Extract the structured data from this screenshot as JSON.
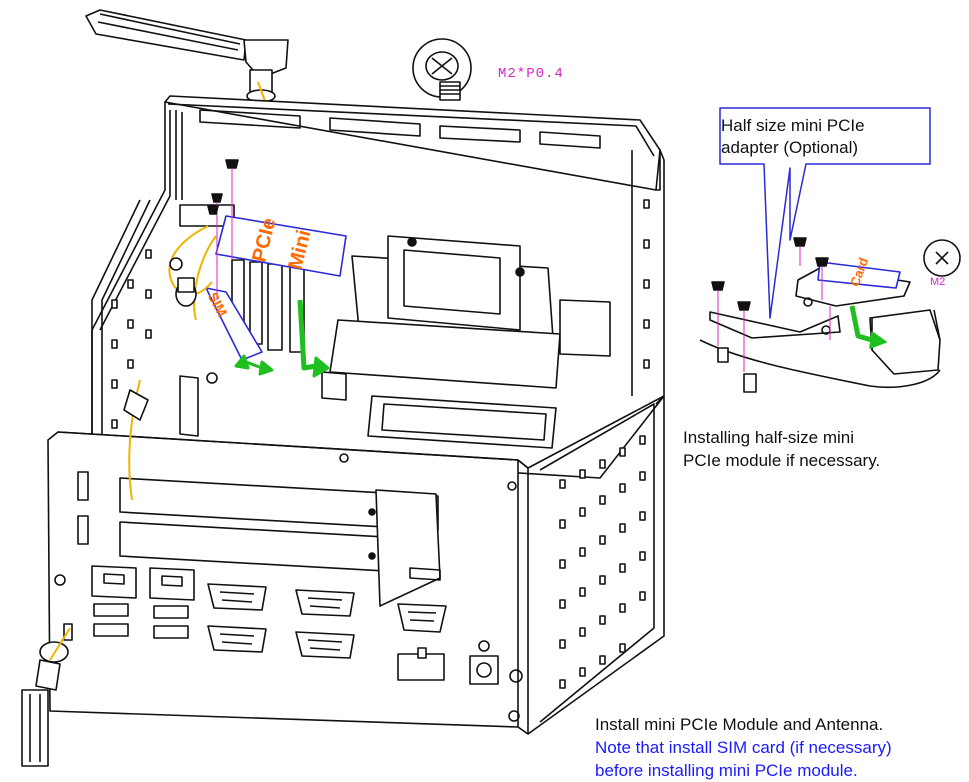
{
  "labels": {
    "screw_spec": "M2*P0.4",
    "screw_small": "M2",
    "card_text_pcie": "PCIe",
    "card_text_mini": "Mini",
    "sim_text": "SIM",
    "adapter_card_text": "Card",
    "callout_line1": "Half size mini PCIe",
    "callout_line2": "adapter (Optional)",
    "half_caption_line1": "Installing half-size mini",
    "half_caption_line2": "PCIe module if necessary.",
    "main_caption": "Install mini PCIe Module and Antenna.",
    "note_line1": "Note that install SIM card (if necessary)",
    "note_line2": "before installing mini PCIe module."
  },
  "colors": {
    "line": "#111111",
    "screw_label": "#d426c8",
    "card_outline": "#2a2ad8",
    "card_text": "#ff6a00",
    "arrow": "#1fbf1f",
    "antenna_cable": "#f0b400",
    "note_text": "#1a1aff"
  },
  "icons": [
    "antenna-icon",
    "screw-icon",
    "arrow-icon"
  ]
}
